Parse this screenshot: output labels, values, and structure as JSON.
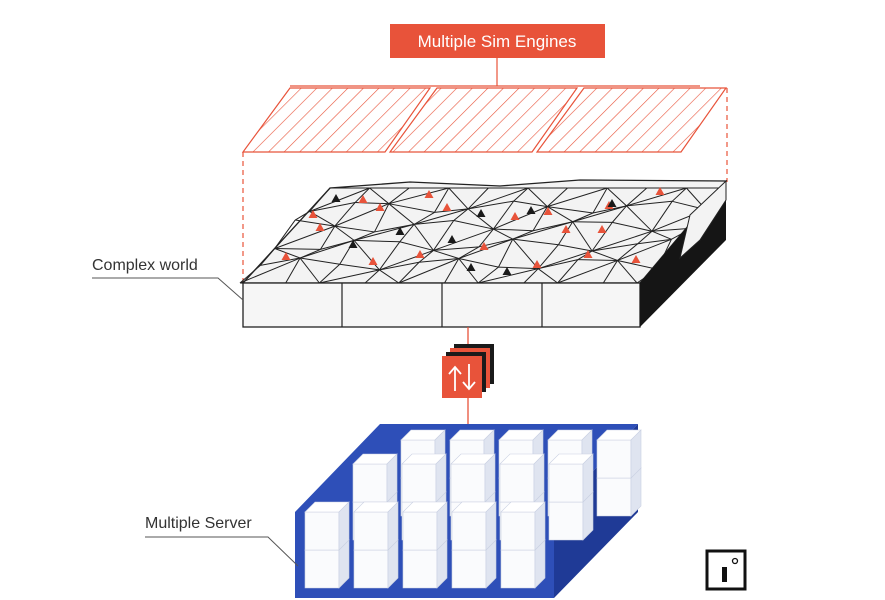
{
  "title_label": "Multiple Sim Engines",
  "world_label": "Complex world",
  "server_label": "Multiple Server",
  "colors": {
    "accent": "#e8533a",
    "dark": "#1a1a1a",
    "server_blue": "#2e4fb8",
    "server_blue_dark": "#1f3a96",
    "world_fill": "#f3f3f3"
  },
  "icons": {
    "sync": "sync-arrows-icon",
    "logo": "logo-icon"
  }
}
